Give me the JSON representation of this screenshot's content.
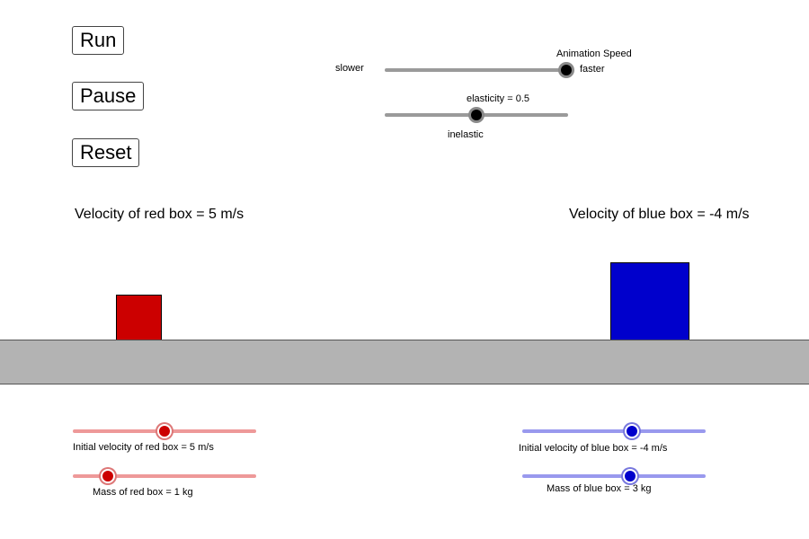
{
  "controls": {
    "run_label": "Run",
    "pause_label": "Pause",
    "reset_label": "Reset"
  },
  "animation_speed": {
    "title": "Animation Speed",
    "min_label": "slower",
    "max_label": "faster",
    "level": 1.0
  },
  "elasticity": {
    "label": "elasticity = 0.5",
    "min_label": "inelastic",
    "value": 0.5
  },
  "readouts": {
    "red_velocity": "Velocity of red box = 5 m/s",
    "blue_velocity": "Velocity of blue box = -4 m/s"
  },
  "red_box": {
    "color": "#cc0000",
    "velocity_slider": {
      "label": "Initial velocity of red box = 5 m/s",
      "level": 0.5
    },
    "mass_slider": {
      "label": "Mass of red box = 1 kg",
      "level": 0.19
    }
  },
  "blue_box": {
    "color": "#0000cc",
    "velocity_slider": {
      "label": "Initial velocity of blue box = -4 m/s",
      "level": 0.6
    },
    "mass_slider": {
      "label": "Mass of blue box = 3 kg",
      "level": 0.59
    }
  },
  "colors": {
    "ground": "#b3b3b3"
  }
}
